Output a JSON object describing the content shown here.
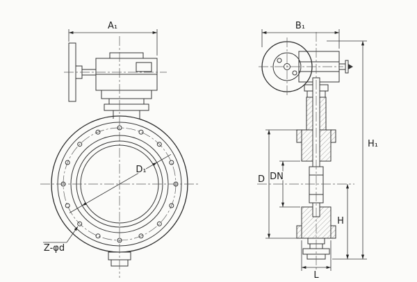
{
  "style": {
    "ink": "#333333",
    "background": "#fbfbf9"
  },
  "front_view": {
    "dim_a1": "A₁",
    "dim_d1": "D₁",
    "bolt_spec": "Z-φd"
  },
  "side_view": {
    "dim_b1": "B₁",
    "dim_d": "D",
    "dim_dn": "DN",
    "dim_h": "H",
    "dim_h1": "H₁",
    "dim_l": "L"
  }
}
